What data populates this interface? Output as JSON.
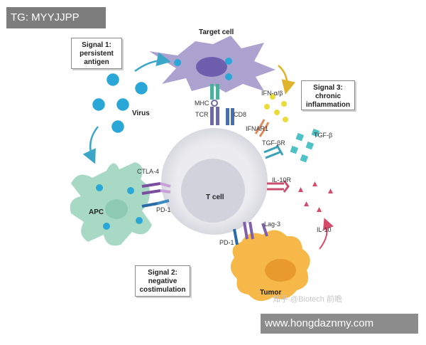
{
  "watermarks": {
    "top": "TG: MYYJJPP",
    "bottom": "www.hongdaznmy.com"
  },
  "signals": {
    "s1": [
      "Signal 1:",
      "persistent",
      "antigen"
    ],
    "s2": [
      "Signal 2:",
      "negative",
      "costimulation"
    ],
    "s3": [
      "Signal 3:",
      "chronic",
      "inflammation"
    ]
  },
  "cells": {
    "target": "Target cell",
    "t_cell": "T cell",
    "apc": "APC",
    "tumor": "Tumor",
    "virus": "Virus"
  },
  "receptors": {
    "mhc": "MHC",
    "tcr": "TCR",
    "cd8": "CD8",
    "ifn": "IFN-α/β",
    "ifnar1": "IFNAR1",
    "tgfb": "TGF-β",
    "tgfbr": "TGF-βR",
    "il10r": "IL-10R",
    "il10": "IL-10",
    "ctla4": "CTLA-4",
    "pd1_apc": "PD-1",
    "lag3": "Lag-3",
    "pd1_tumor": "PD-1"
  },
  "source": "知乎 @Biotech 前瞻",
  "colors": {
    "target_cell": "#9c92c8",
    "target_nucleus": "#6e5fae",
    "t_cell_outer": "#ececf0",
    "t_cell_nucleus": "#d2d2dc",
    "apc": "#a8d9c4",
    "apc_nucleus": "#8ccbb1",
    "tumor": "#f7b84a",
    "tumor_nucleus": "#e89a2c",
    "virus": "#2aa7d6",
    "ifn_dots": "#eadc3c",
    "tgfb_squares": "#4ec2c6",
    "il10_triangles": "#d84a6a",
    "arrow": "#3ba6c8"
  }
}
